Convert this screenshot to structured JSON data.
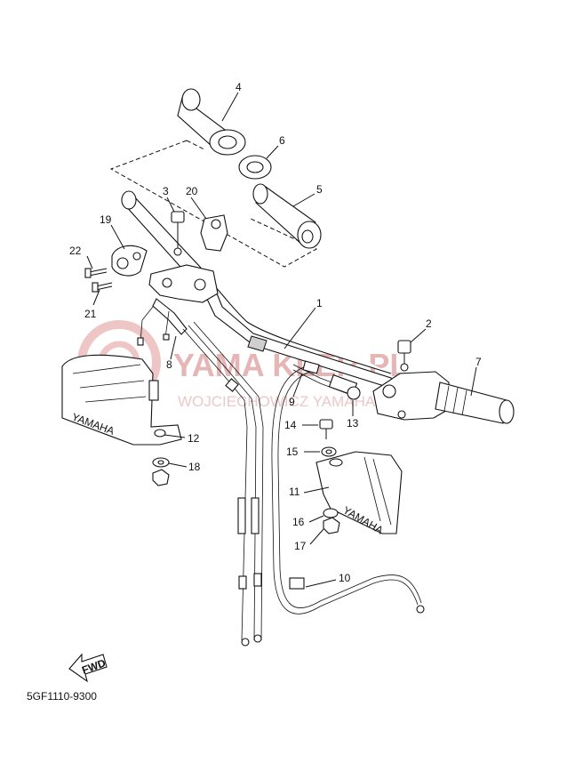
{
  "diagram": {
    "part_numbers": {
      "p1": "1",
      "p2": "2",
      "p3": "3",
      "p4": "4",
      "p5": "5",
      "p6": "6",
      "p7": "7",
      "p8": "8",
      "p9": "9",
      "p10": "10",
      "p11": "11",
      "p12": "12",
      "p13": "13",
      "p14": "14",
      "p15": "15",
      "p16": "16",
      "p17": "17",
      "p18": "18",
      "p19": "19",
      "p20": "20",
      "p21": "21",
      "p22": "22"
    },
    "handguard_left_text": "YAMAHA",
    "handguard_right_text": "YAMAHA",
    "fwd_label": "FWD",
    "drawing_code": "5GF1110-9300"
  },
  "watermark": {
    "line1": "YAMA    KLER.PL",
    "line2": "WOJCIECHOWICZ    YAMAHA"
  }
}
